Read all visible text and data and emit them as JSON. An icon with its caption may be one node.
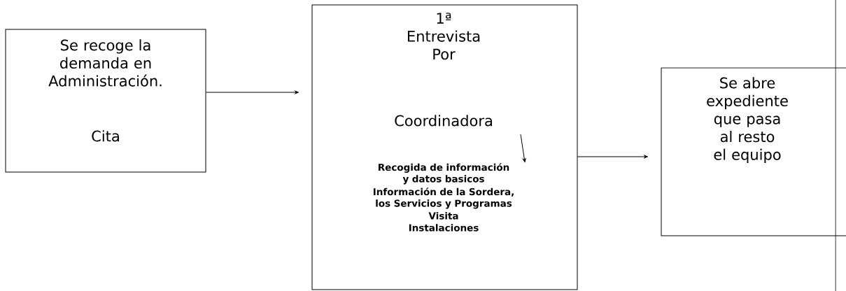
{
  "diagram": {
    "nodes": [
      {
        "text": [
          "Se recoge la demanda en Administración.",
          "Cita"
        ]
      },
      {
        "text": [
          "1ª Entrevista Por",
          "Coordinadora"
        ]
      },
      {
        "text": [
          "Recogida de información y datos basicos",
          "Información de la Sordera, los Servicios y Programas",
          "Visita",
          "Instalaciones"
        ],
        "in": 1
      },
      {
        "text": [
          "Se abre expediente que pasa al resto el equipo"
        ]
      }
    ],
    "edges": [
      {
        "from": 0,
        "to": 1,
        "arrow": "to"
      },
      {
        "from": null,
        "to": 2,
        "arrow": "to"
      },
      {
        "from": 1,
        "to": 3,
        "arrow": "to"
      }
    ]
  }
}
